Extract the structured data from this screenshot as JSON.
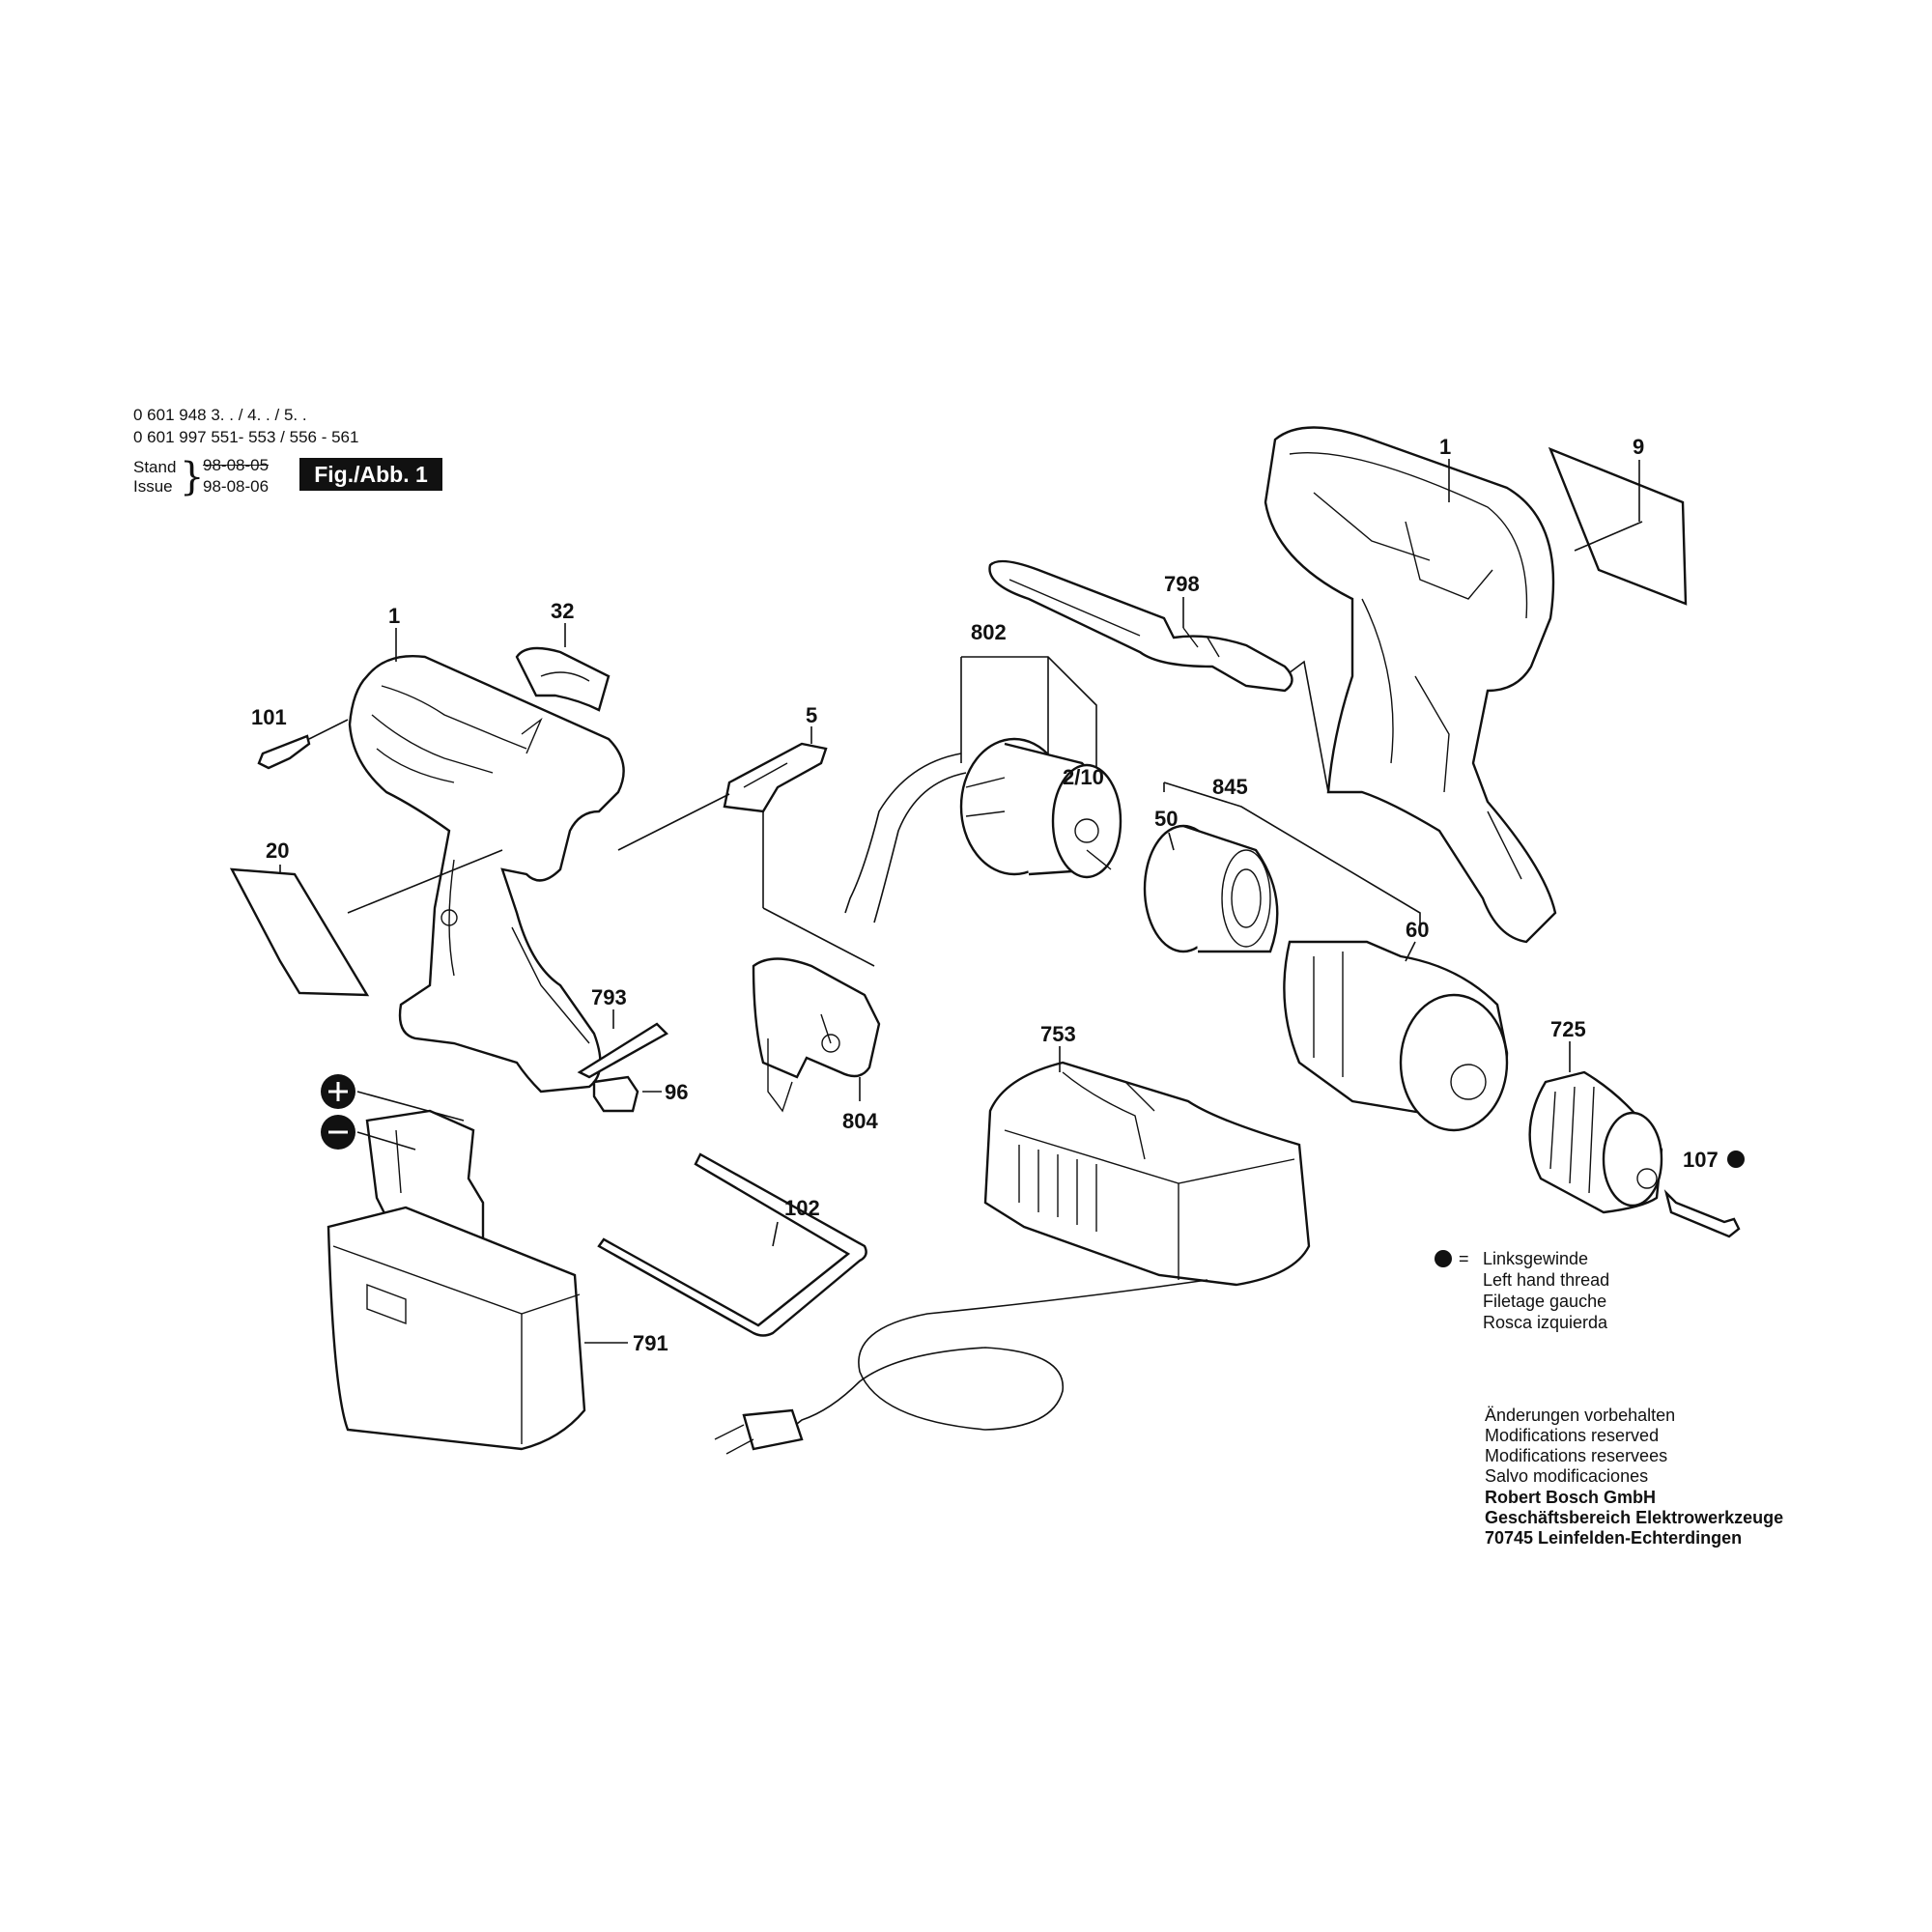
{
  "header": {
    "model_line1": "0 601 948 3. . / 4. . / 5. .",
    "model_line2": "0 601 997 551- 553 / 556 - 561",
    "stand_label": "Stand",
    "stand_date": "98-08-05",
    "issue_label": "Issue",
    "issue_date": "98-08-06",
    "figure_label": "Fig./Abb. 1"
  },
  "callouts": [
    {
      "id": "c1a",
      "label": "1"
    },
    {
      "id": "c1b",
      "label": "1"
    },
    {
      "id": "c9",
      "label": "9"
    },
    {
      "id": "c32",
      "label": "32"
    },
    {
      "id": "c101",
      "label": "101"
    },
    {
      "id": "c5",
      "label": "5"
    },
    {
      "id": "c20",
      "label": "20"
    },
    {
      "id": "c798",
      "label": "798"
    },
    {
      "id": "c802",
      "label": "802"
    },
    {
      "id": "c210",
      "label": "2/10"
    },
    {
      "id": "c845",
      "label": "845"
    },
    {
      "id": "c50",
      "label": "50"
    },
    {
      "id": "c60",
      "label": "60"
    },
    {
      "id": "c793",
      "label": "793"
    },
    {
      "id": "c96",
      "label": "96"
    },
    {
      "id": "c804",
      "label": "804"
    },
    {
      "id": "c753",
      "label": "753"
    },
    {
      "id": "c725",
      "label": "725"
    },
    {
      "id": "c107",
      "label": "107"
    },
    {
      "id": "c102",
      "label": "102"
    },
    {
      "id": "c791",
      "label": "791"
    }
  ],
  "legend": {
    "symbol_eq": "=",
    "lines": [
      "Linksgewinde",
      "Left hand thread",
      "Filetage gauche",
      "Rosca izquierda"
    ]
  },
  "footer": {
    "lines": [
      "Änderungen vorbehalten",
      "Modifications reserved",
      "Modifications reservees",
      "Salvo modificaciones"
    ],
    "company": [
      "Robert Bosch GmbH",
      "Geschäftsbereich Elektrowerkzeuge",
      "70745 Leinfelden-Echterdingen"
    ]
  }
}
